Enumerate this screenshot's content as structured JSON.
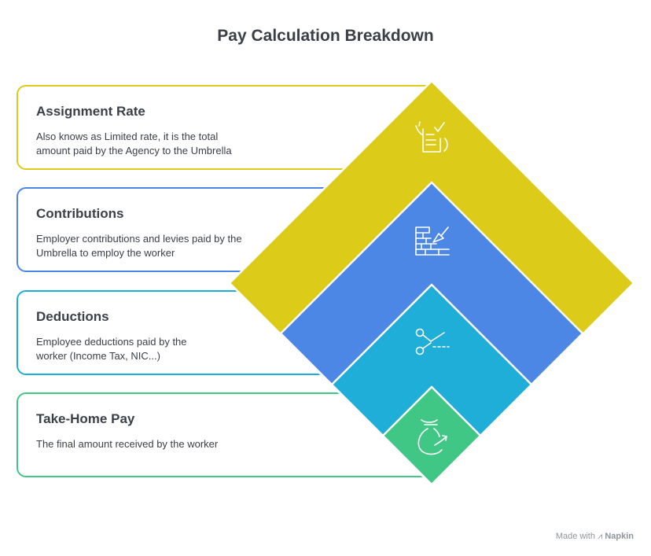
{
  "title": "Pay Calculation Breakdown",
  "items": [
    {
      "heading": "Assignment Rate",
      "text": "Also knows as Limited rate, it is the total amount paid by the Agency to the Umbrella",
      "color": "#dccb18",
      "icon": "document-check-icon"
    },
    {
      "heading": "Contributions",
      "text": "Employer contributions and levies paid by the Umbrella to employ the worker",
      "color": "#4d87e5",
      "icon": "brick-wall-trowel-icon"
    },
    {
      "heading": "Deductions",
      "text": "Employee deductions paid by the worker (Income Tax, NIC...)",
      "color": "#1eaed8",
      "icon": "scissors-cut-icon"
    },
    {
      "heading": "Take-Home Pay",
      "text": "The final amount received by the worker",
      "color": "#41c785",
      "icon": "money-bag-arrow-icon"
    }
  ],
  "footer": {
    "made_with": "Made with",
    "brand": "Napkin"
  }
}
